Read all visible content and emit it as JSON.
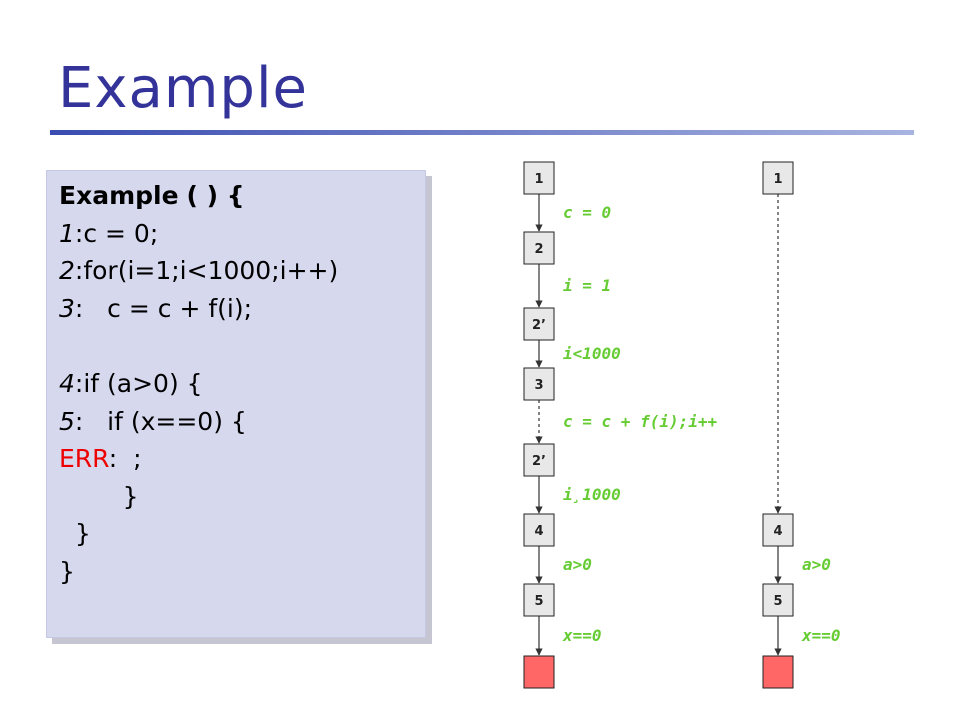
{
  "slide": {
    "title": "Example"
  },
  "code": {
    "lines": [
      {
        "num": "",
        "text": "( ) {",
        "keyword": "Example"
      },
      {
        "num": "1",
        "text": ":c = 0;"
      },
      {
        "num": "2",
        "text": ":for(i=1;i<1000;i++)"
      },
      {
        "num": "3",
        "text": ":   c = c + f(i);"
      },
      {
        "num": "",
        "text": " "
      },
      {
        "num": "4",
        "text": ":if (a>0) {"
      },
      {
        "num": "5",
        "text": ":   if (x==0) {"
      },
      {
        "num": "",
        "text": ":  ;",
        "err": "ERR"
      },
      {
        "num": "",
        "text": "        }"
      },
      {
        "num": "",
        "text": "  }"
      },
      {
        "num": "",
        "text": "}"
      }
    ]
  },
  "graph": {
    "colors": {
      "node_fill": "#e8e8e8",
      "error_node_fill": "#ff6666",
      "edge_label": "#66cc33"
    },
    "left_path": {
      "nodes": [
        "1",
        "2",
        "2’",
        "3",
        "2’",
        "4",
        "5",
        ""
      ],
      "edges": [
        {
          "label": "c =  0",
          "style": "solid"
        },
        {
          "label": "i = 1",
          "style": "solid"
        },
        {
          "label": "i<1000",
          "style": "solid"
        },
        {
          "label": "c = c + f(i);i++",
          "style": "dashed"
        },
        {
          "label": "i¸1000",
          "style": "solid"
        },
        {
          "label": "a>0",
          "style": "solid"
        },
        {
          "label": "x==0",
          "style": "solid"
        }
      ]
    },
    "right_path": {
      "nodes": [
        "1",
        "4",
        "5",
        ""
      ],
      "edges": [
        {
          "label": "",
          "style": "dashed"
        },
        {
          "label": "a>0",
          "style": "solid"
        },
        {
          "label": "x==0",
          "style": "solid"
        }
      ]
    }
  }
}
